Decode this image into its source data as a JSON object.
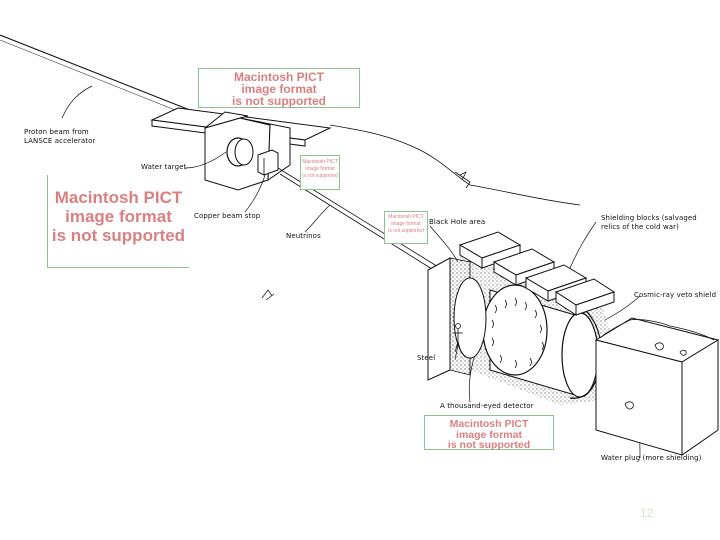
{
  "placeholder_text": "Macintosh PICT\nimage format\nis not supported",
  "labels": {
    "proton_beam": "Proton beam from\nLANSCE accelerator",
    "water_target": "Water target",
    "copper_beam_stop": "Copper beam stop",
    "neutrinos": "Neutrinos",
    "black_hole_area": "Black Hole area",
    "shielding_blocks": "Shielding blocks (salvaged\nrelics of the cold war)",
    "cosmic_ray_veto": "Cosmic-ray veto shield",
    "steel": "Steel",
    "detector": "A thousand-eyed detector",
    "water_plug": "Water plug (more shielding)"
  },
  "page_number": "12",
  "colors": {
    "placeholder_text": "#d98080",
    "placeholder_border": "#8dc48d",
    "line": "#111111"
  }
}
